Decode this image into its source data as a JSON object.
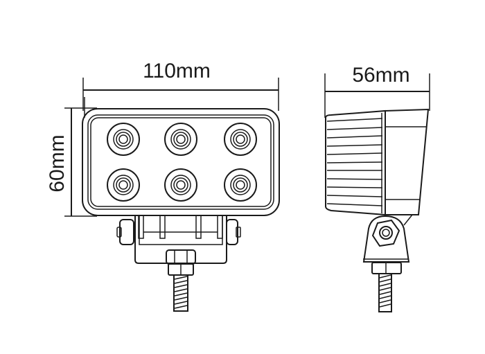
{
  "diagram": {
    "type": "technical-drawing",
    "subject": "LED work light, 6 LEDs",
    "views": [
      "front-view",
      "side-view"
    ],
    "colors": {
      "line": "#1a1a1a",
      "background": "#ffffff"
    },
    "dimensions": {
      "width_label": "110mm",
      "height_label": "60mm",
      "depth_label": "56mm"
    },
    "front_view": {
      "led_rows": 2,
      "led_cols": 3,
      "led_count": 6
    }
  }
}
